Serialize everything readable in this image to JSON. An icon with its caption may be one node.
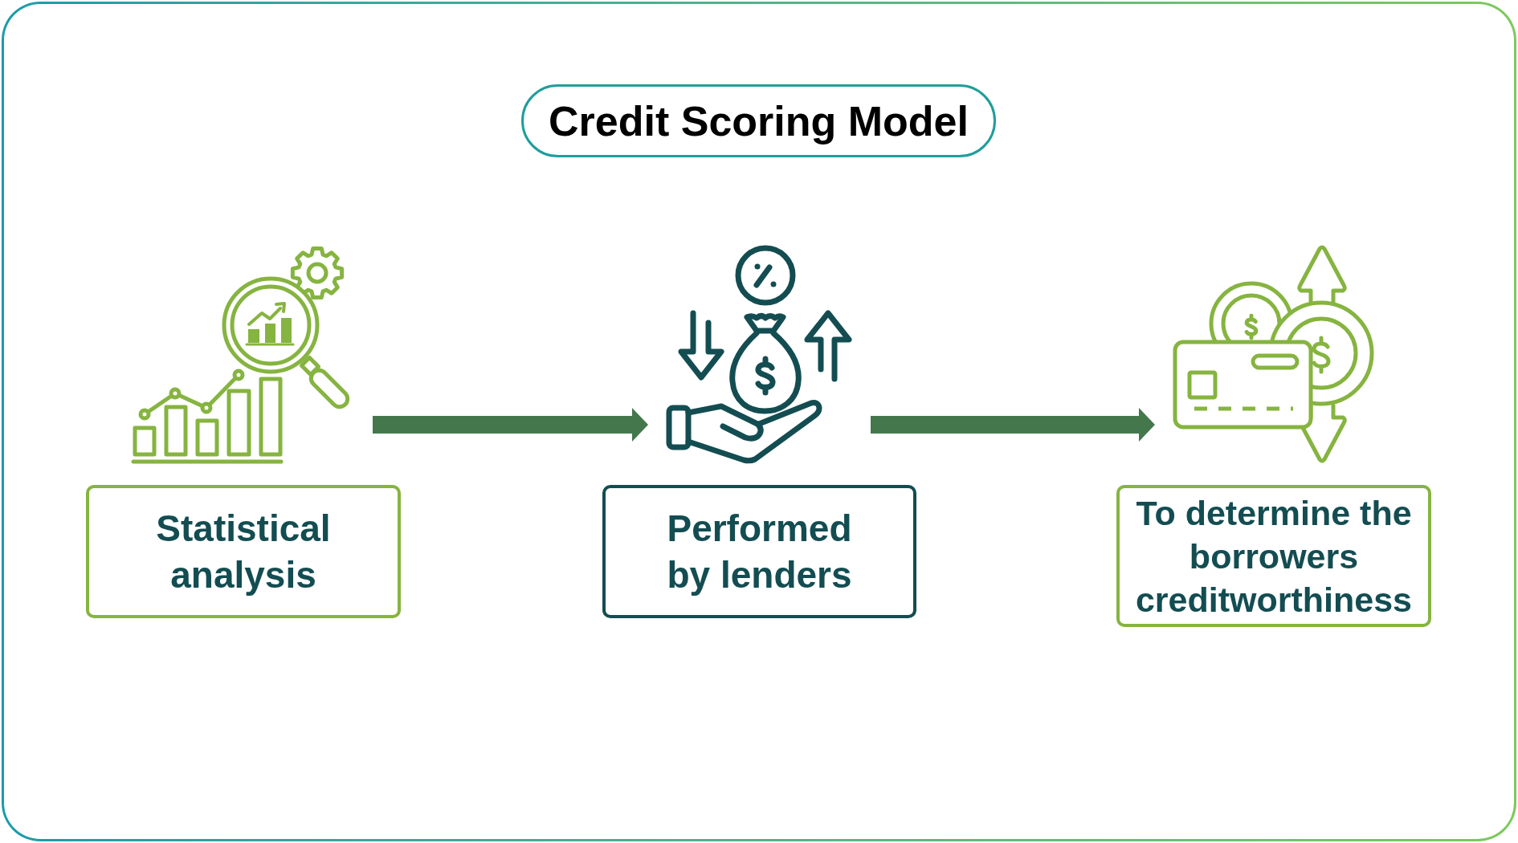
{
  "diagram": {
    "title": "Credit Scoring Model",
    "nodes": [
      {
        "text": [],
        "shape": "picture"
      },
      {
        "text": [
          "Statistical analysis"
        ]
      },
      {
        "text": [],
        "shape": "picture"
      },
      {
        "text": [
          "Performed by lenders"
        ]
      },
      {
        "text": [],
        "shape": "picture"
      },
      {
        "text": [
          "To determine the borrowers creditworthiness"
        ]
      }
    ],
    "edges": [
      {
        "from": 0,
        "to": 2,
        "arrow": "to"
      },
      {
        "from": 2,
        "to": 4,
        "arrow": "to"
      }
    ]
  }
}
